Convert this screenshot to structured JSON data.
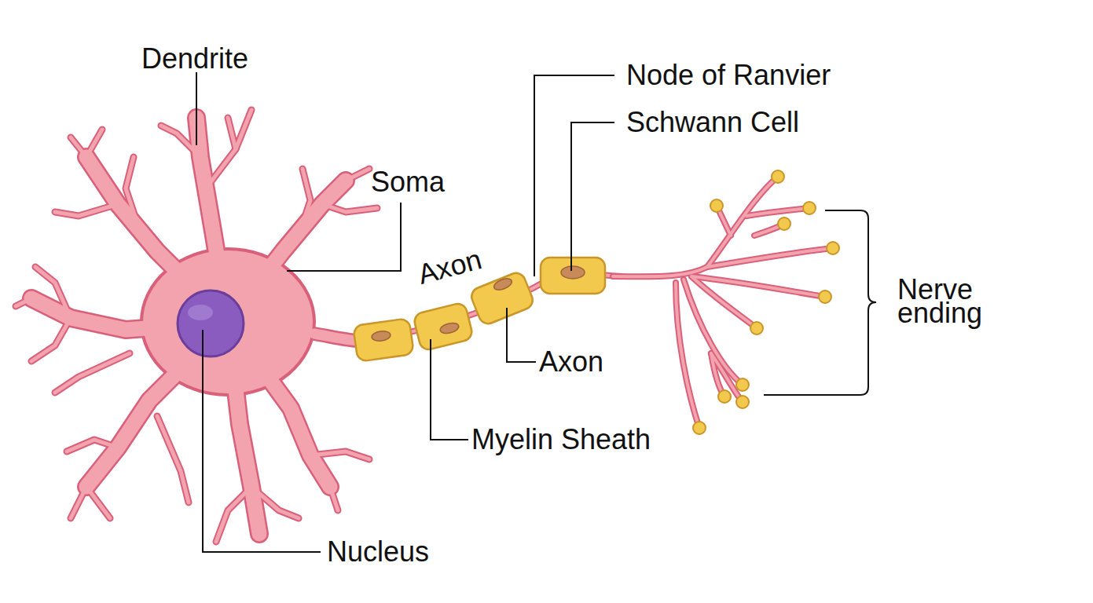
{
  "diagram": {
    "labels": [
      "Dendrite",
      "Soma",
      "Axon",
      "Node of Ranvier",
      "Schwann Cell",
      "Axon",
      "Myelin Sheath",
      "Nerve ending",
      "Nucleus"
    ]
  }
}
